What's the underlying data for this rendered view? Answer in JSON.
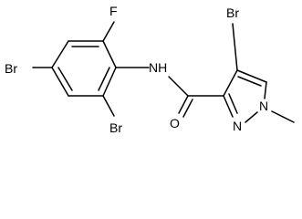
{
  "molecule": {
    "bond_color": "#000000",
    "label_color": "#000000",
    "labels": {
      "fluorine": "F",
      "bromine_left": "Br",
      "bromine_bottom": "Br",
      "bromine_top": "Br",
      "amide_nh": "NH",
      "carbonyl_o": "O",
      "ring_n2": "N",
      "ring_n1": "N"
    }
  }
}
